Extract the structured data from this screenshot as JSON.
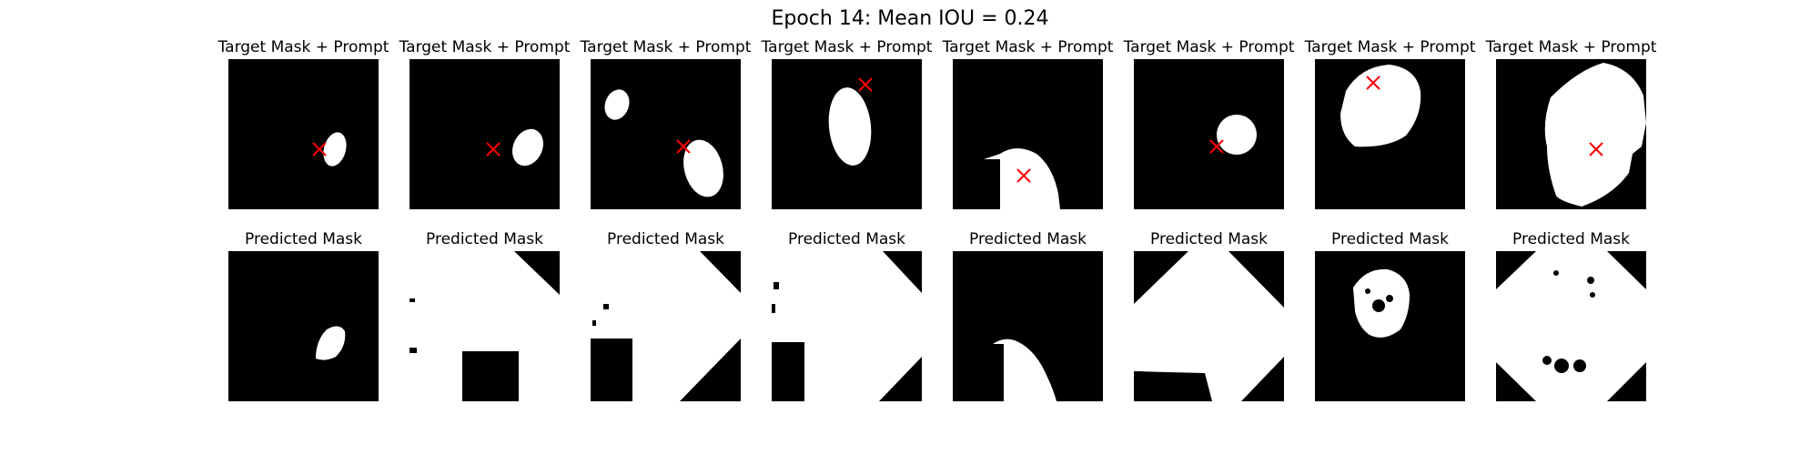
{
  "figure": {
    "title": "Epoch 14: Mean IOU = 0.24"
  },
  "chart_data": {
    "type": "image-grid",
    "title": "Epoch 14: Mean IOU = 0.24",
    "epoch": 14,
    "mean_iou": 0.24,
    "rows": [
      {
        "panel_title": "Target Mask + Prompt",
        "content": "target-mask-with-prompt"
      },
      {
        "panel_title": "Predicted Mask",
        "content": "predicted-mask"
      }
    ],
    "columns": 8,
    "colors": {
      "mask": "#ffffff",
      "background": "#000000",
      "prompt_marker": "#ff0000"
    },
    "prompt_marker_shape": "x"
  }
}
